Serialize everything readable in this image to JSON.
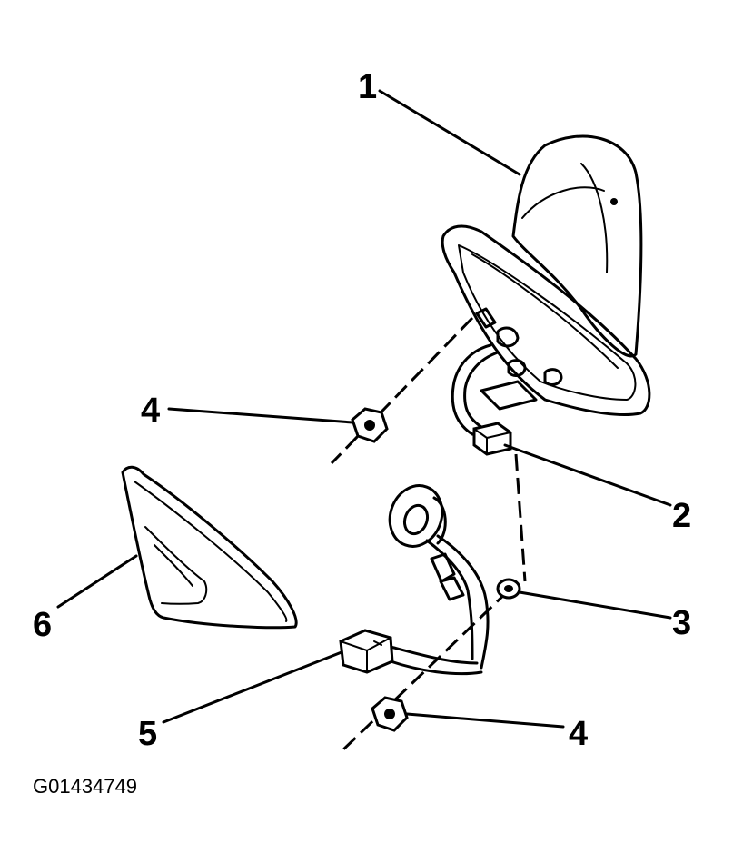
{
  "callouts": {
    "c1": "1",
    "c2": "2",
    "c3": "3",
    "c4a": "4",
    "c4b": "4",
    "c5": "5",
    "c6": "6"
  },
  "figure_id": "G01434749",
  "colors": {
    "ink": "#000000",
    "background": "#ffffff"
  }
}
